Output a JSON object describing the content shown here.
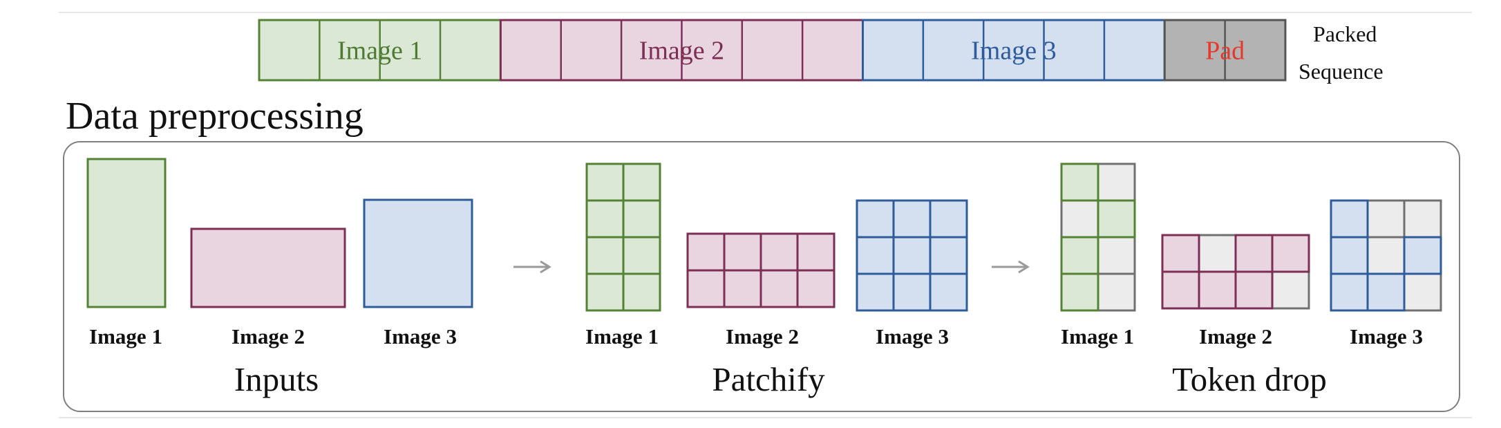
{
  "colors": {
    "green_fill": "#dbe8d5",
    "green_stroke": "#548235",
    "green_text": "#4e7a32",
    "pink_fill": "#e8d5e0",
    "pink_stroke": "#7d2e55",
    "pink_text": "#7d2e55",
    "blue_fill": "#d4e0f0",
    "blue_stroke": "#2e5b9a",
    "blue_text": "#2e5b9a",
    "gray_fill": "#b3b3b3",
    "gray_stroke": "#555555",
    "drop_fill": "#ececec",
    "drop_stroke": "#707070",
    "pad_text": "#e23b2e",
    "arrow": "#9a9a9a"
  },
  "packed_sequence": {
    "segments": [
      {
        "label": "Image 1",
        "color": "green",
        "cells": 4
      },
      {
        "label": "Image 2",
        "color": "pink",
        "cells": 6
      },
      {
        "label": "Image 3",
        "color": "blue",
        "cells": 5
      },
      {
        "label": "Pad",
        "color": "gray",
        "cells": 2
      }
    ],
    "label_line1": "Packed",
    "label_line2": "Sequence"
  },
  "title": "Data preprocessing",
  "sections": {
    "inputs": {
      "label": "Inputs",
      "image_labels": [
        "Image 1",
        "Image 2",
        "Image 3"
      ]
    },
    "patchify": {
      "label": "Patchify",
      "image_labels": [
        "Image 1",
        "Image 2",
        "Image 3"
      ],
      "grids": [
        {
          "color": "green",
          "rows": 4,
          "cols": 2
        },
        {
          "color": "pink",
          "rows": 2,
          "cols": 4
        },
        {
          "color": "blue",
          "rows": 3,
          "cols": 3
        }
      ]
    },
    "token_drop": {
      "label": "Token drop",
      "image_labels": [
        "Image 1",
        "Image 2",
        "Image 3"
      ],
      "grids": [
        {
          "color": "green",
          "rows": 4,
          "cols": 2,
          "dropped": [
            [
              0,
              1
            ],
            [
              1,
              0
            ],
            [
              2,
              1
            ],
            [
              3,
              1
            ]
          ]
        },
        {
          "color": "pink",
          "rows": 2,
          "cols": 4,
          "dropped": [
            [
              0,
              1
            ],
            [
              1,
              3
            ]
          ]
        },
        {
          "color": "blue",
          "rows": 3,
          "cols": 3,
          "dropped": [
            [
              0,
              1
            ],
            [
              0,
              2
            ],
            [
              1,
              1
            ],
            [
              2,
              2
            ]
          ]
        }
      ]
    }
  }
}
